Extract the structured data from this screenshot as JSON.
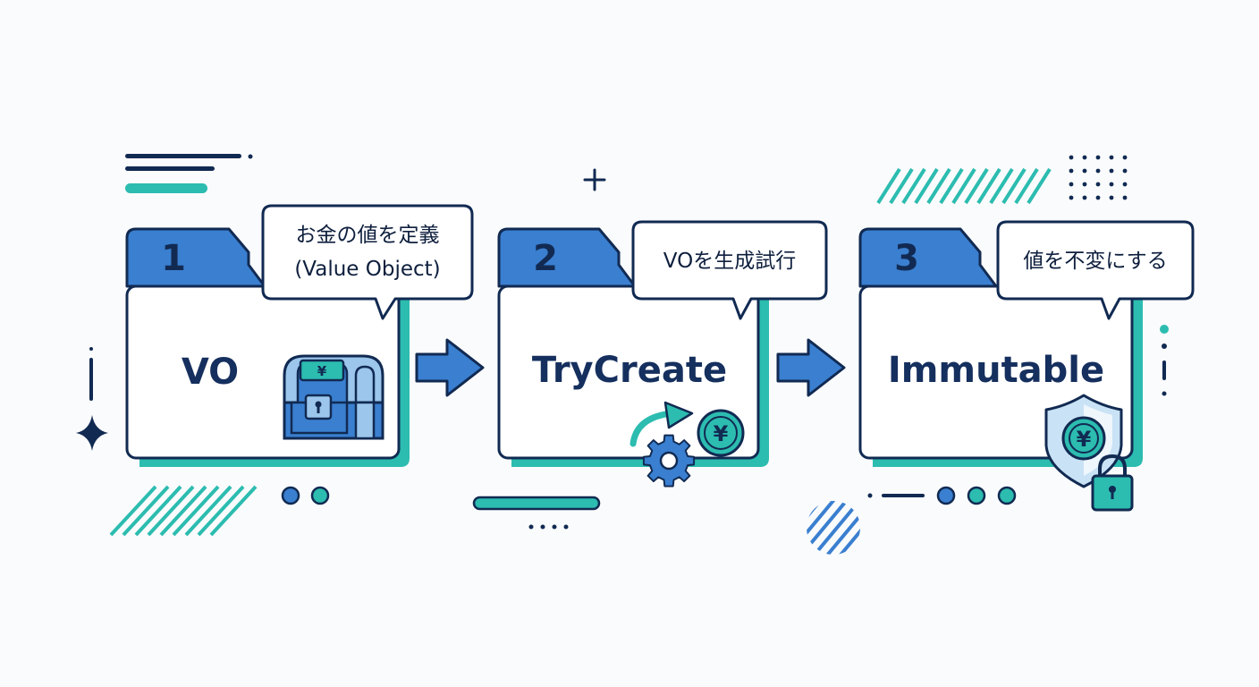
{
  "steps": [
    {
      "number": "1",
      "title": "VO",
      "bubble_lines": [
        "お金の値を定義",
        "(Value Object)"
      ],
      "icon": "treasure-chest-yen-icon",
      "icon_glyph": "¥"
    },
    {
      "number": "2",
      "title": "TryCreate",
      "bubble_lines": [
        "VOを生成試行"
      ],
      "icon": "gear-arrow-yen-coin-icon",
      "icon_glyph": "¥"
    },
    {
      "number": "3",
      "title": "Immutable",
      "bubble_lines": [
        "値を不変にする"
      ],
      "icon": "shield-lock-yen-icon",
      "icon_glyph": "¥"
    }
  ],
  "connectors": [
    "right-arrow-icon",
    "right-arrow-icon"
  ],
  "colors": {
    "navy": "#112a52",
    "blue": "#3a7fd0",
    "light_blue": "#9cc6ec",
    "teal": "#2cbcb0",
    "background": "#fafbfc",
    "card": "#ffffff"
  }
}
